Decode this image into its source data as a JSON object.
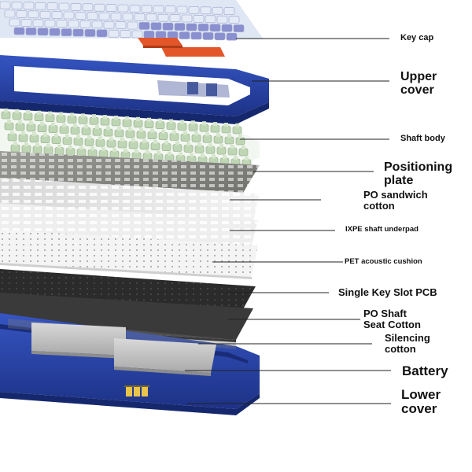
{
  "labels": [
    {
      "id": "key-cap",
      "text": "Key cap"
    },
    {
      "id": "upper-cover",
      "text": "Upper\ncover"
    },
    {
      "id": "shaft-body",
      "text": "Shaft body"
    },
    {
      "id": "positioning-plate",
      "text": "Positioning\nplate"
    },
    {
      "id": "po-sandwich-cotton",
      "text": "PO sandwich\ncotton"
    },
    {
      "id": "ixpe-shaft-underpad",
      "text": "IXPE shaft underpad"
    },
    {
      "id": "pet-acoustic-cushion",
      "text": "PET acoustic cushion"
    },
    {
      "id": "single-key-slot-pcb",
      "text": "Single Key Slot PCB"
    },
    {
      "id": "po-shaft-seat-cotton",
      "text": "PO Shaft\nSeat Cotton"
    },
    {
      "id": "silencing-cotton",
      "text": "Silencing\ncotton"
    },
    {
      "id": "battery",
      "text": "Battery"
    },
    {
      "id": "lower-cover",
      "text": "Lower\ncover"
    }
  ],
  "colors": {
    "cover_blue": "#2a45a8",
    "cover_dark": "#1b2f80",
    "keycap_light": "#e4ebf6",
    "keycap_purple": "#8a8fd0",
    "keycap_orange": "#e2562a",
    "switch_green": "#bfd6b4",
    "plate_gray": "#8a8a86",
    "pcb_black": "#2a2a2a",
    "battery_gray": "#c7c7c7",
    "leader_line": "#222222"
  }
}
